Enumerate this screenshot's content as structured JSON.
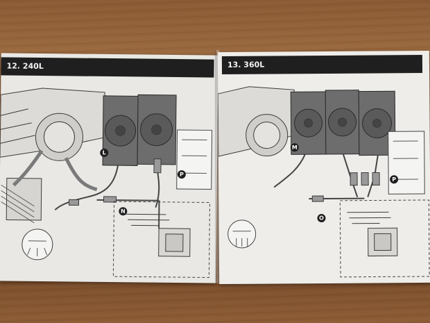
{
  "steps": [
    {
      "title": "12. 240L",
      "callouts": [
        "L",
        "N",
        "P"
      ]
    },
    {
      "title": "13. 360L",
      "callouts": [
        "M",
        "O",
        "P"
      ]
    }
  ],
  "colors": {
    "wood": "#8a5a34",
    "paper": "#ecebe8",
    "header": "#1f1f1f",
    "ink": "#3a3a3a"
  }
}
